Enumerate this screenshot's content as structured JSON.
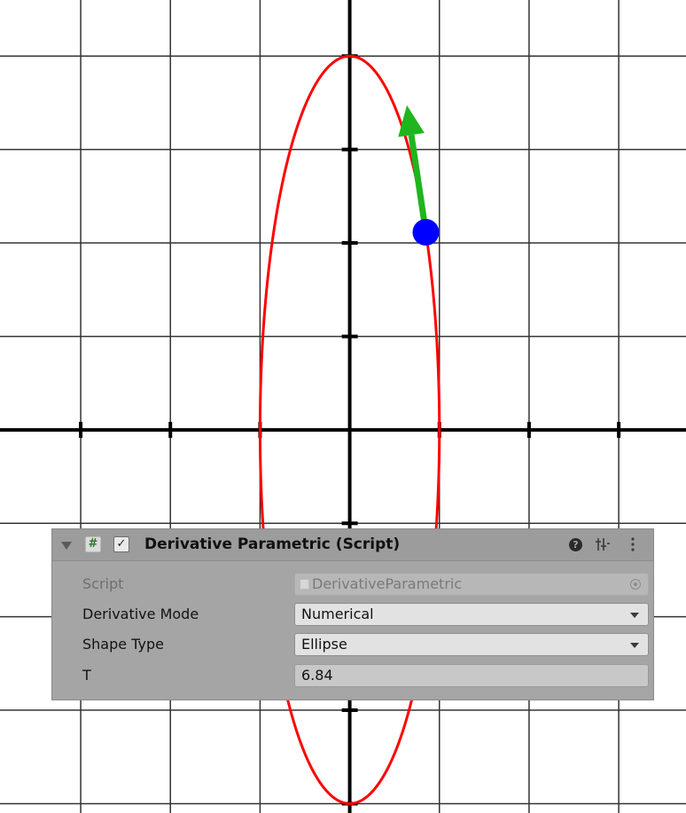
{
  "inspector": {
    "component_title": "Derivative Parametric (Script)",
    "component_enabled": true,
    "script_icon_glyph": "#",
    "checkbox_glyph": "✓",
    "help_glyph": "?",
    "fields": {
      "script": {
        "label": "Script",
        "value": "DerivativeParametric"
      },
      "derivative_mode": {
        "label": "Derivative Mode",
        "value": "Numerical"
      },
      "shape_type": {
        "label": "Shape Type",
        "value": "Ellipse"
      },
      "t": {
        "label": "T",
        "value": "6.84"
      }
    },
    "icons": [
      "foldout-triangle-icon",
      "script-icon",
      "checkbox-icon",
      "help-icon",
      "preset-icon",
      "kebab-menu-icon",
      "object-picker-icon",
      "dropdown-caret-icon"
    ]
  },
  "scene": {
    "shape": "ellipse",
    "ellipse": {
      "a": 1,
      "b": 4
    },
    "t": 6.84,
    "grid_spacing_units": 1,
    "x_range": [
      -3.9,
      3.75
    ],
    "y_range": [
      -4.1,
      4.6
    ],
    "colors": {
      "background": "#ffffff",
      "grid": "#333333",
      "axes": "#000000",
      "curve": "#ff0000",
      "point": "#0000ff",
      "tangent_arrow": "#1fb51f"
    }
  }
}
